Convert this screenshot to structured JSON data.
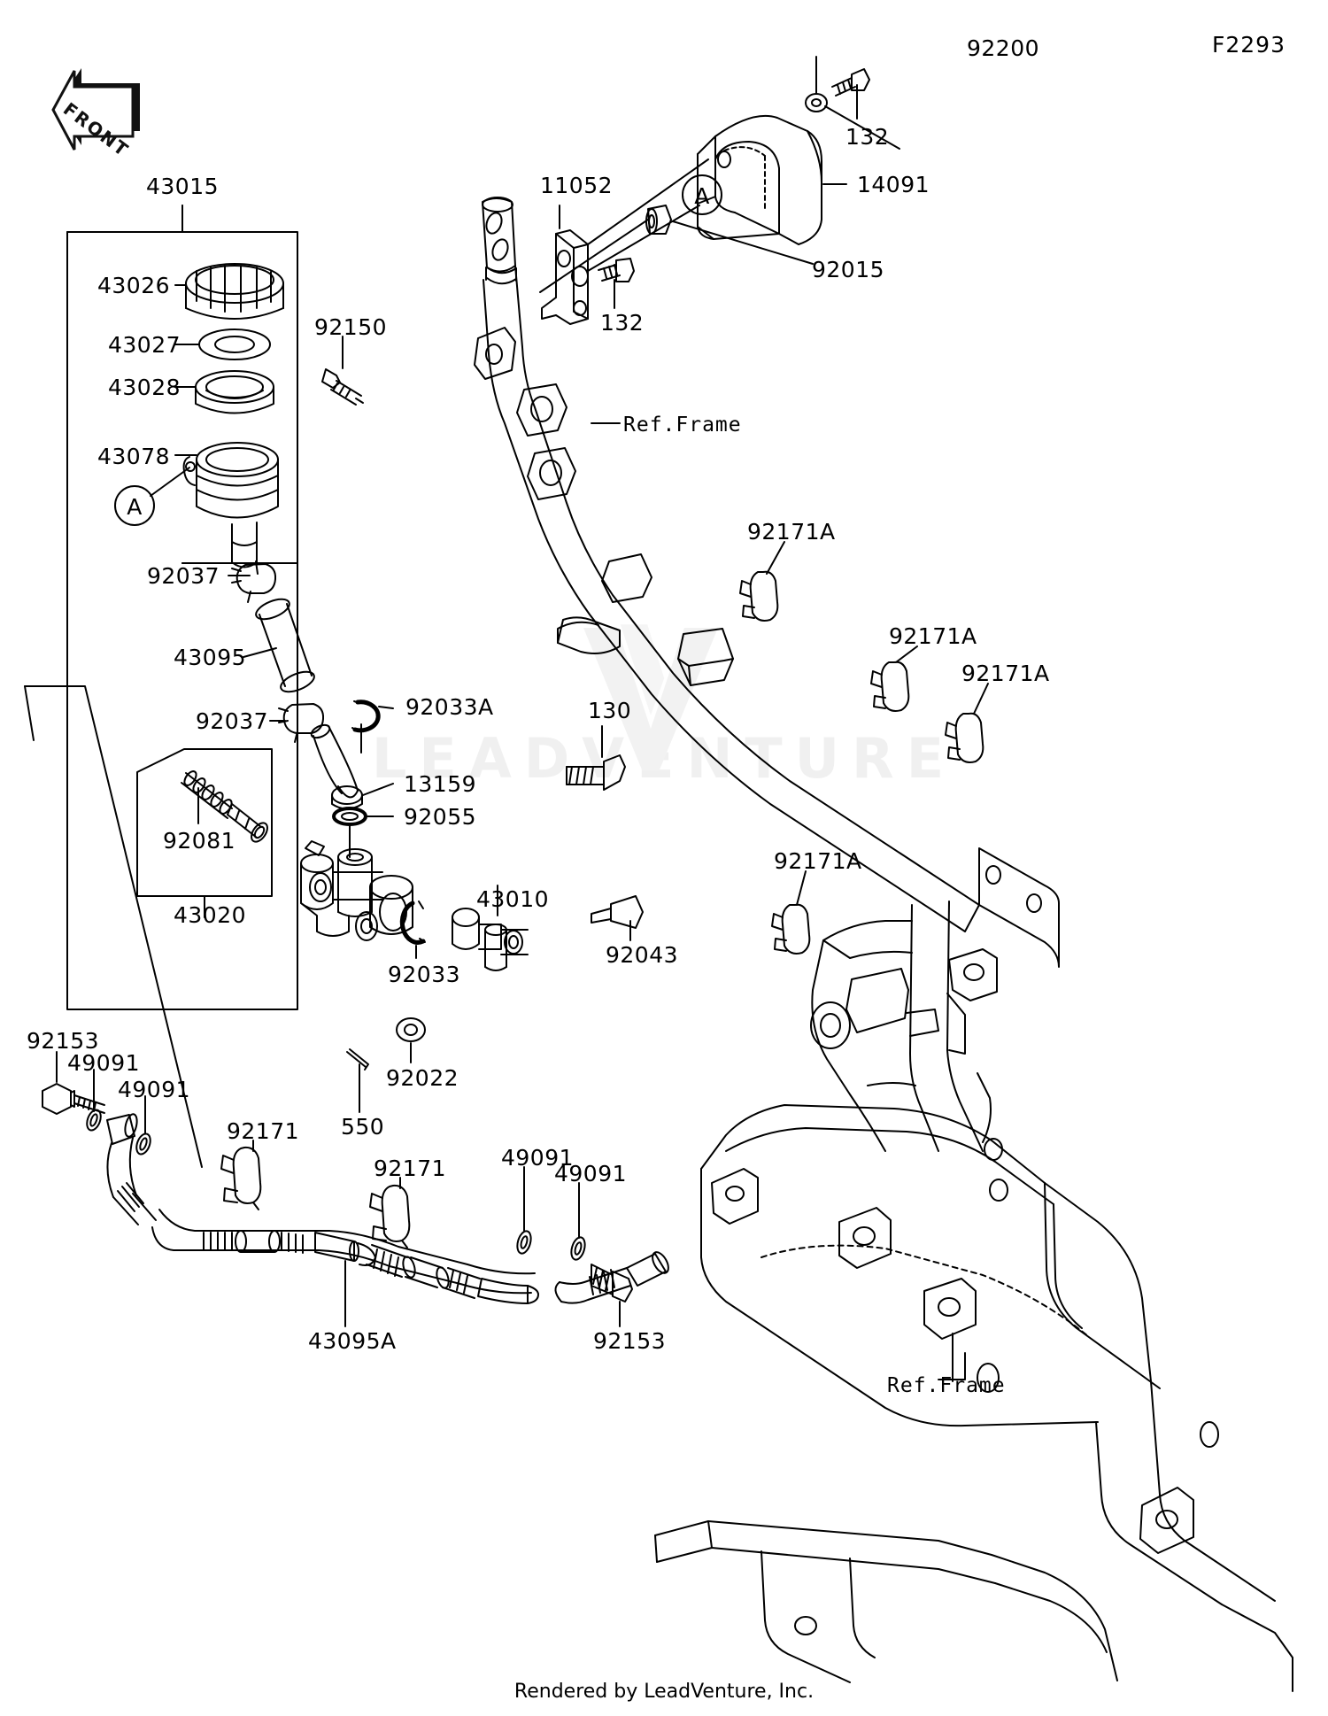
{
  "sheet": {
    "code": "F2293",
    "footer": "Rendered by LeadVenture, Inc.",
    "front_marker": "FRONT"
  },
  "callouts": {
    "a1": "A",
    "a2": "A"
  },
  "reference_labels": [
    {
      "id": "ref-frame-upper",
      "text": "Ref.Frame"
    },
    {
      "id": "ref-frame-lower",
      "text": "Ref.Frame"
    }
  ],
  "part_labels": [
    {
      "id": "p-43015",
      "number": "43015"
    },
    {
      "id": "p-43026",
      "number": "43026"
    },
    {
      "id": "p-43027",
      "number": "43027"
    },
    {
      "id": "p-43028",
      "number": "43028"
    },
    {
      "id": "p-43078",
      "number": "43078"
    },
    {
      "id": "p-92150",
      "number": "92150"
    },
    {
      "id": "p-92037-a",
      "number": "92037"
    },
    {
      "id": "p-43095",
      "number": "43095"
    },
    {
      "id": "p-92037-b",
      "number": "92037"
    },
    {
      "id": "p-92033a",
      "number": "92033A"
    },
    {
      "id": "p-13159",
      "number": "13159"
    },
    {
      "id": "p-92055",
      "number": "92055"
    },
    {
      "id": "p-130",
      "number": "130"
    },
    {
      "id": "p-92081",
      "number": "92081"
    },
    {
      "id": "p-43020",
      "number": "43020"
    },
    {
      "id": "p-92033",
      "number": "92033"
    },
    {
      "id": "p-43010",
      "number": "43010"
    },
    {
      "id": "p-92043",
      "number": "92043"
    },
    {
      "id": "p-92022",
      "number": "92022"
    },
    {
      "id": "p-550",
      "number": "550"
    },
    {
      "id": "p-92153-top",
      "number": "92153"
    },
    {
      "id": "p-49091-1",
      "number": "49091"
    },
    {
      "id": "p-49091-2",
      "number": "49091"
    },
    {
      "id": "p-92171-1",
      "number": "92171"
    },
    {
      "id": "p-92171-2",
      "number": "92171"
    },
    {
      "id": "p-49091-3",
      "number": "49091"
    },
    {
      "id": "p-49091-4",
      "number": "49091"
    },
    {
      "id": "p-43095a",
      "number": "43095A"
    },
    {
      "id": "p-92153-bottom",
      "number": "92153"
    },
    {
      "id": "p-11052",
      "number": "11052"
    },
    {
      "id": "p-92015",
      "number": "92015"
    },
    {
      "id": "p-132-upper",
      "number": "132"
    },
    {
      "id": "p-132-lower",
      "number": "132"
    },
    {
      "id": "p-92200",
      "number": "92200"
    },
    {
      "id": "p-14091",
      "number": "14091"
    },
    {
      "id": "p-92171a-1",
      "number": "92171A"
    },
    {
      "id": "p-92171a-2",
      "number": "92171A"
    },
    {
      "id": "p-92171a-3",
      "number": "92171A"
    },
    {
      "id": "p-92171a-4",
      "number": "92171A"
    }
  ]
}
